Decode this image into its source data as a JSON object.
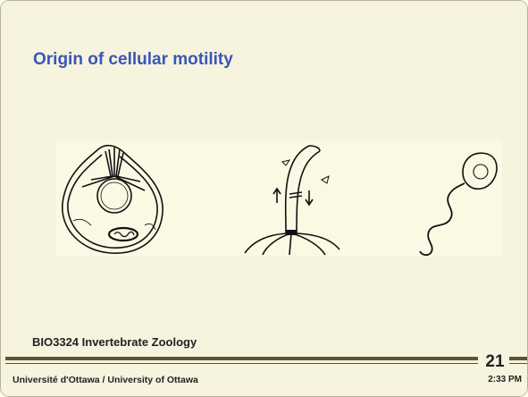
{
  "slide": {
    "title": "Origin of cellular motility",
    "course": "BIO3324 Invertebrate Zoology",
    "footer": "Université d'Ottawa / University of Ottawa",
    "page_number": "21",
    "time": "2:33 PM"
  },
  "figure": {
    "panels": [
      "centriole-cell-icon",
      "cilium-icon",
      "flagellate-cell-icon"
    ]
  },
  "colors": {
    "background": "#F6F3DE",
    "title": "#3A56B8",
    "rule": "#5E5336",
    "text": "#222222"
  }
}
